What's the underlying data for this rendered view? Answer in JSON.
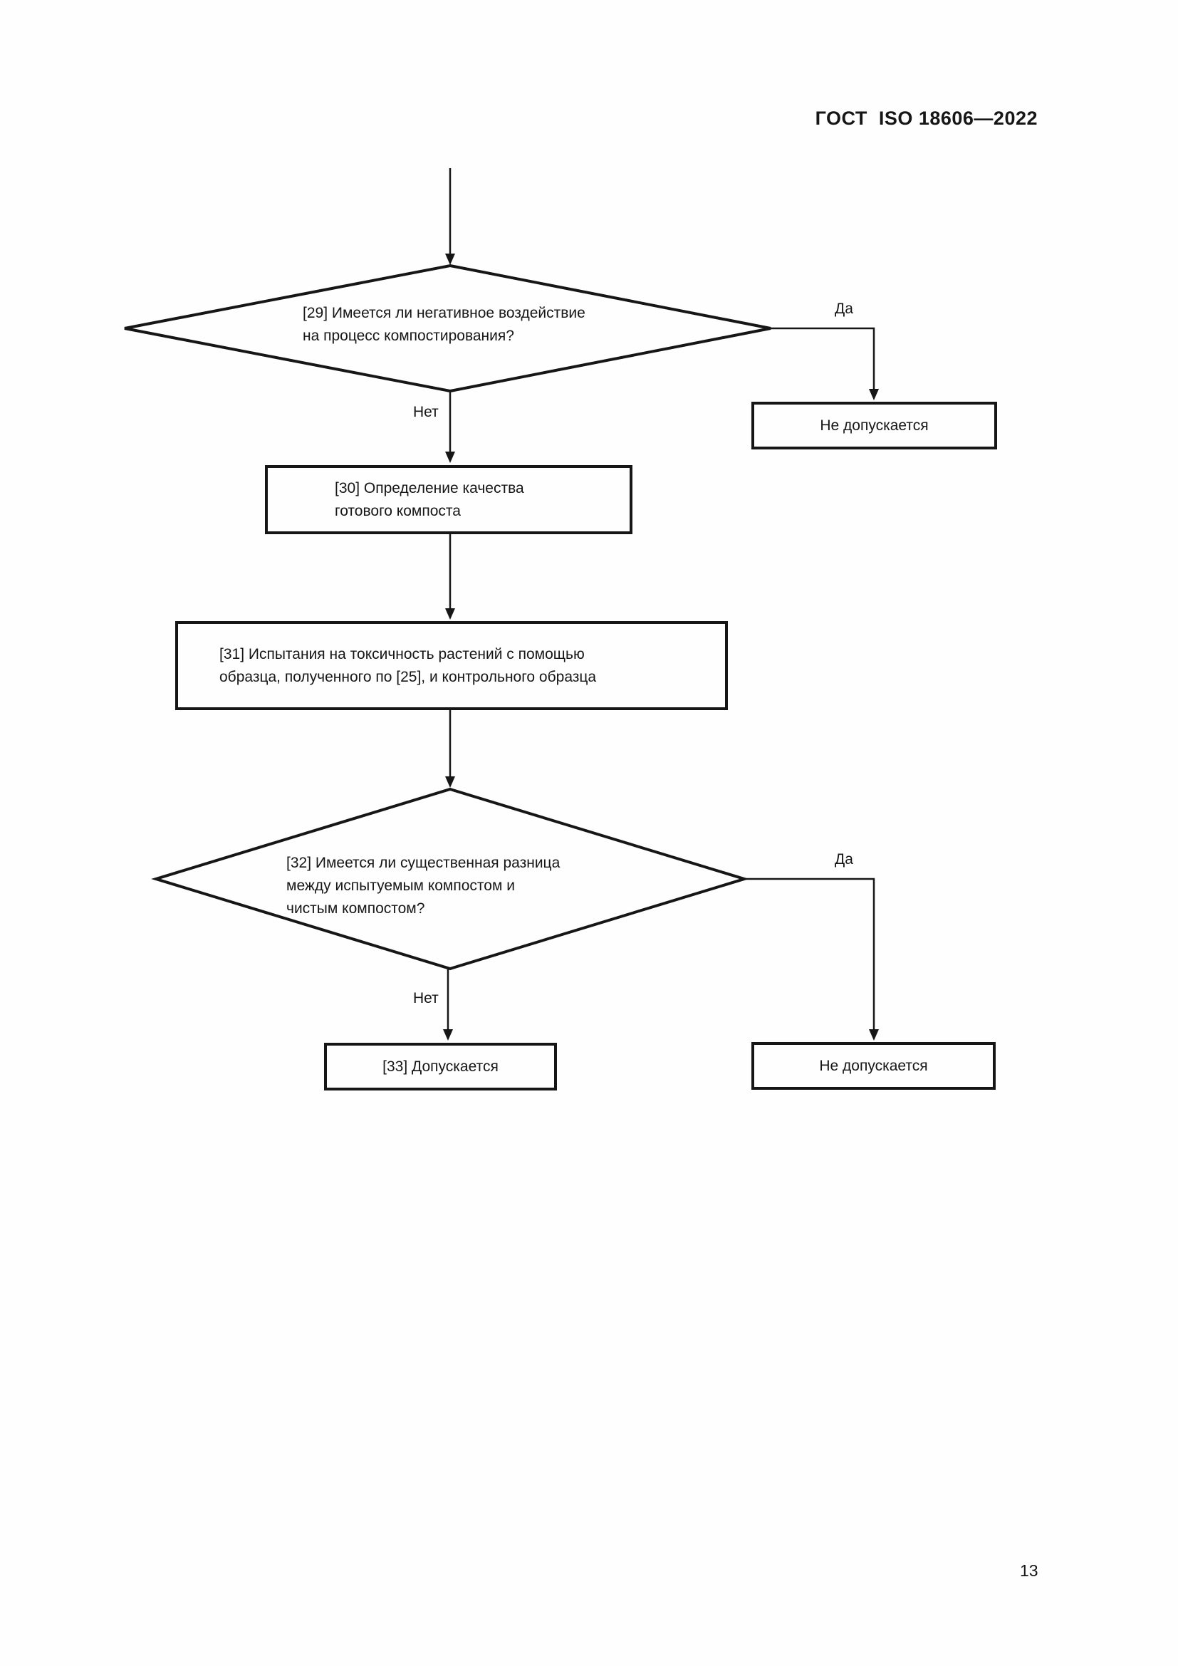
{
  "header": {
    "title": "ГОСТ  ISO 18606—2022"
  },
  "flowchart": {
    "decision_29": "[29] Имеется ли негативное воздействие\nна процесс компостирования?",
    "label_yes_1": "Да",
    "label_no_1": "Нет",
    "box_not_allowed_1": "Не допускается",
    "box_30": "[30] Определение качества\nготового компоста",
    "box_31": "[31] Испытания на токсичность растений с помощью\nобразца, полученного по [25], и контрольного образца",
    "decision_32": "[32] Имеется ли существенная разница\nмежду испытуемым компостом и\nчистым компостом?",
    "label_yes_2": "Да",
    "label_no_2": "Нет",
    "box_33": "[33] Допускается",
    "box_not_allowed_2": "Не допускается"
  },
  "page": {
    "number": "13"
  },
  "colors": {
    "line": "#161616",
    "background": "#fefefe"
  }
}
